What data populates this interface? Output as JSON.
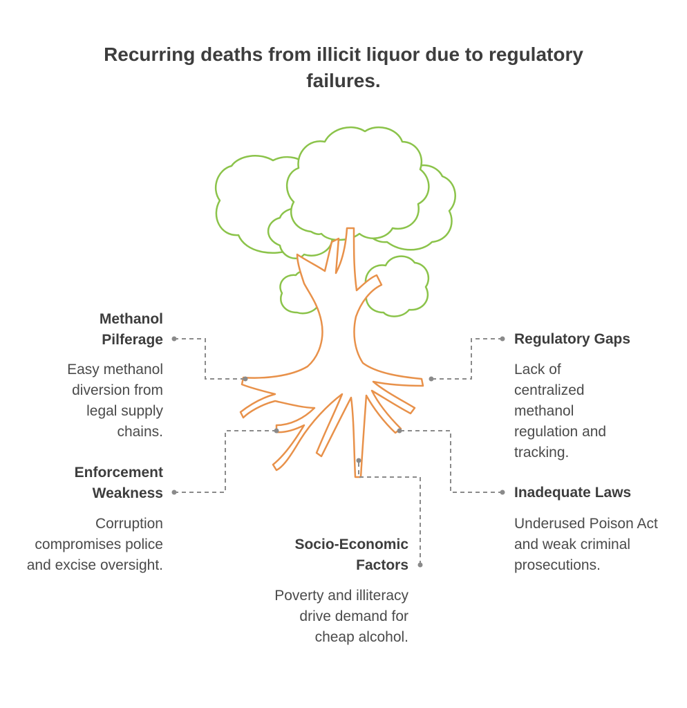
{
  "title": "Recurring deaths from illicit liquor due to regulatory failures.",
  "colors": {
    "canopy": "#8bc34a",
    "trunk": "#e8914a",
    "connector": "#8a8a8a",
    "text": "#3d3d3d"
  },
  "items": [
    {
      "id": "methanol-pilferage",
      "label": "Methanol Pilferage",
      "description": "Easy methanol diversion from legal supply chains."
    },
    {
      "id": "regulatory-gaps",
      "label": "Regulatory Gaps",
      "description": "Lack of centralized methanol regulation and tracking."
    },
    {
      "id": "enforcement-weakness",
      "label": "Enforcement Weakness",
      "description": "Corruption compromises police and excise oversight."
    },
    {
      "id": "inadequate-laws",
      "label": "Inadequate Laws",
      "description": "Underused Poison Act and weak criminal prosecutions."
    },
    {
      "id": "socio-economic-factors",
      "label": "Socio-Economic Factors",
      "description": "Poverty and illiteracy drive demand for cheap alcohol."
    }
  ]
}
